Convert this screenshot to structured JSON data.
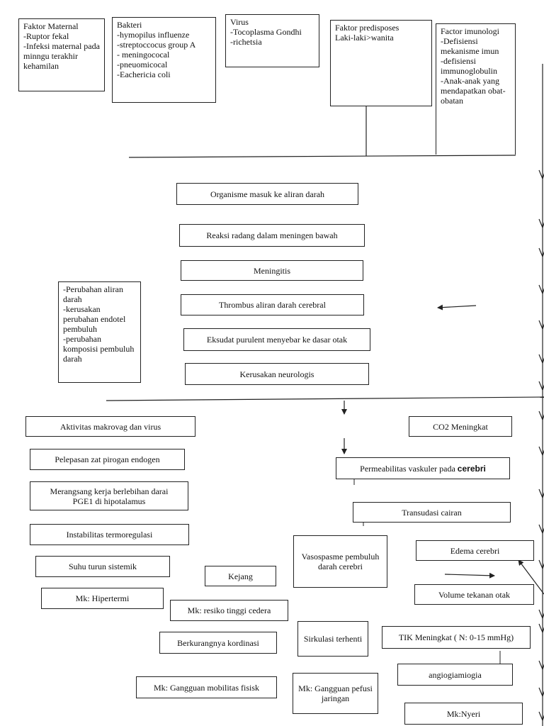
{
  "top": {
    "maternal": "Faktor Maternal\n-Ruptor fekal\n-Infeksi maternal pada minngu terakhir kehamilan",
    "bakteri": "Bakteri\n-hymopilus influenze\n-streptoccocus group A\n- meningococal\n-pneuomicocal\n-Eachericia coli",
    "virus": "Virus\n-Tocoplasma Gondhi\n-richetsia",
    "predisposes": "Faktor predisposes\nLaki-laki>wanita",
    "imunologi": "Factor imunologi\n-Defisiensi mekanisme imun\n-defisiensi immunoglobulin\n-Anak-anak yang mendapatkan obat-obatan"
  },
  "middle": {
    "organisme": "Organisme masuk ke aliran darah",
    "reaksi": "Reaksi radang dalam meningen bawah",
    "meningitis": "Meningitis",
    "thrombus": "Thrombus aliran darah cerebral",
    "eksudat": "Eksudat purulent menyebar ke dasar otak",
    "kerusakan": "Kerusakan neurologis",
    "side_note": "-Perubahan aliran darah\n-kerusakan perubahan endotel pembuluh\n-perubahan komposisi pembuluh darah"
  },
  "left_chain": {
    "makrovag": "Aktivitas makrovag dan virus",
    "pirogan": "Pelepasan zat pirogan endogen",
    "pge1": "Merangsang kerja berlebihan darai\nPGE1 di hipotalamus",
    "instabilitas": "Instabilitas termoregulasi",
    "suhu": "Suhu turun sistemik",
    "hipertermi": "Mk: Hipertermi",
    "kejang": "Kejang",
    "resiko": "Mk: resiko tinggi cedera",
    "kordinasi": "Berkurangnya kordinasi",
    "mobilitas": "Mk: Gangguan mobilitas fisisk"
  },
  "right_chain": {
    "co2": "CO2 Meningkat",
    "permeabilitas_pre": "Permeabilitas vaskuler pada ",
    "permeabilitas_bold": "cerebri",
    "transudasi": "Transudasi cairan",
    "vasospasme": "Vasospasme pembuluh darah cerebri",
    "edema": "Edema cerebri",
    "volume": "Volume tekanan otak",
    "sirkulasi": "Sirkulasi terhenti",
    "tik": "TIK Meningkat ( N: 0-15 mmHg)",
    "angiogiamiogia": "angiogiamiogia",
    "pefusi": "Mk: Gangguan pefusi jaringan",
    "nyeri": "Mk:Nyeri"
  }
}
